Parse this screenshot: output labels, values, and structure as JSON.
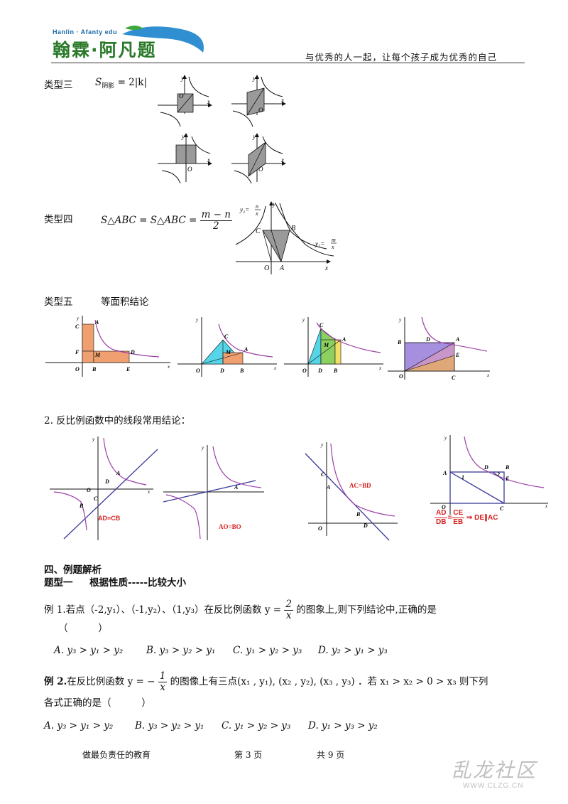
{
  "header": {
    "brand_en": "Hanlin · Afanty  edu",
    "brand_cn": "翰霖·阿凡题",
    "slogan": "与优秀的人一起，让每个孩子成为优秀的自己"
  },
  "type3": {
    "label": "类型三",
    "formula_s": "S",
    "formula_sub": "阴影",
    "formula_rhs": "= 2|k|"
  },
  "type4": {
    "label": "类型四",
    "formula_lhs": "S△ABC = S△ABC =",
    "frac_num": "m − n",
    "frac_den": "2",
    "y2_label": "y₂=",
    "y2_num": "n",
    "y1_label": "y₁=",
    "y1_num": "m",
    "x_var": "x"
  },
  "type5": {
    "label": "类型五",
    "title": "等面积结论"
  },
  "section2": {
    "title": "2. 反比例函数中的线段常用结论："
  },
  "conclusions": {
    "ad_cb": "AD=CB",
    "ao_bo": "AO=BO",
    "ac_bd": "AC=BD",
    "ad_num": "AD",
    "db_den": "DB",
    "eq": "=",
    "ce_num": "CE",
    "eb_den": "EB",
    "result": "⇒ DE∥AC"
  },
  "section4": {
    "title": "四、例题解析",
    "subtitle": "题型一     根据性质-----比较大小"
  },
  "ex1": {
    "text_a": "例 1.若点（-2,y₁）、（-1,y₂）、（1,y₃）在反比例函数 y =",
    "frac_num": "2",
    "frac_den": "x",
    "text_b": "的图象上,则下列结论中,正确的是",
    "blank": "（          ）",
    "opt_a": "A. y₃ > y₁ > y₂",
    "opt_b": "B. y₃ > y₂ > y₁",
    "opt_c": "C. y₁ > y₂ > y₃",
    "opt_d": "D. y₂ > y₁ > y₃"
  },
  "ex2": {
    "label": "例 2.",
    "text_a": "在反比例函数 y = −",
    "frac_num": "1",
    "frac_den": "x",
    "text_b": "的图像上有三点(x₁ , y₁), (x₂ , y₂), (x₃ , y₃) ．若 x₁ > x₂ > 0 > x₃ 则下列",
    "text_c": "各式正确的是（          ）",
    "opt_a": "A. y₃ > y₁ > y₂",
    "opt_b": "B. y₃ > y₂ > y₁",
    "opt_c": "C. y₁ > y₂ > y₃",
    "opt_d": "D. y₁ > y₃ > y₂"
  },
  "footer": {
    "motto": "做最负责任的教育",
    "page": "第 3 页",
    "total": "共 9 页"
  },
  "watermark": {
    "cn": "乱龙社区",
    "url": "WWW.CLZG.CN"
  },
  "colors": {
    "curve": "#9b3fa6",
    "line": "#3a3a9a",
    "orange": "#f0a070",
    "cyan": "#55d6e8",
    "yellow": "#f2e066",
    "green": "#8cd060",
    "purple": "#a78fe0",
    "gray": "#999999",
    "red": "#d62020"
  }
}
